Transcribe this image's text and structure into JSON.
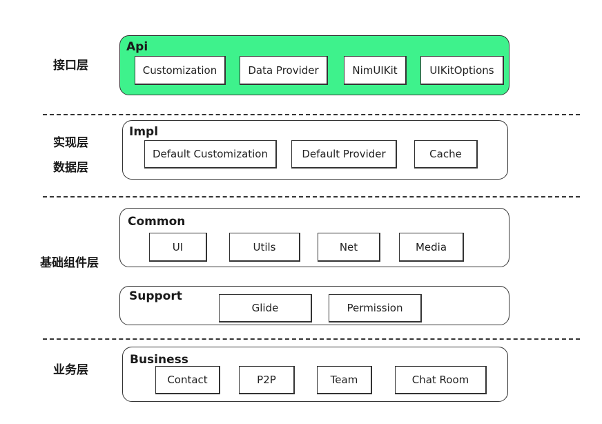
{
  "layer_labels": {
    "interface": "接口层",
    "impl": "实现层",
    "data": "数据层",
    "base": "基础组件层",
    "business": "业务层"
  },
  "groups": {
    "api": {
      "title": "Api",
      "items": [
        "Customization",
        "Data Provider",
        "NimUIKit",
        "UIKitOptions"
      ]
    },
    "impl": {
      "title": "Impl",
      "items": [
        "Default Customization",
        "Default Provider",
        "Cache"
      ]
    },
    "common": {
      "title": "Common",
      "items": [
        "UI",
        "Utils",
        "Net",
        "Media"
      ]
    },
    "support": {
      "title": "Support",
      "items": [
        "Glide",
        "Permission"
      ]
    },
    "business": {
      "title": "Business",
      "items": [
        "Contact",
        "P2P",
        "Team",
        "Chat Room"
      ]
    }
  },
  "colors": {
    "api_fill": "#3ef28c",
    "stroke": "#333333"
  }
}
